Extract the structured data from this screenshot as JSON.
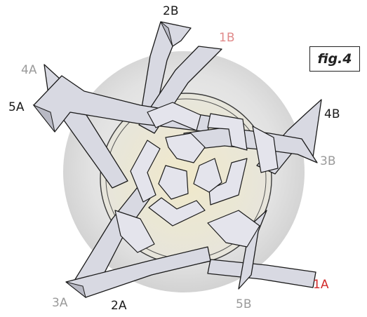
{
  "figure_label": "fig.4",
  "labels": [
    {
      "id": "2B",
      "text": "2B",
      "color": "#1a1a1a"
    },
    {
      "id": "1B",
      "text": "1B",
      "color": "#e08a8a"
    },
    {
      "id": "4A",
      "text": "4A",
      "color": "#9a9a9a"
    },
    {
      "id": "5A",
      "text": "5A",
      "color": "#1a1a1a"
    },
    {
      "id": "4B",
      "text": "4B",
      "color": "#1a1a1a"
    },
    {
      "id": "3B",
      "text": "3B",
      "color": "#9a9a9a"
    },
    {
      "id": "1A",
      "text": "1A",
      "color": "#d22b2b"
    },
    {
      "id": "5B",
      "text": "5B",
      "color": "#9a9a9a"
    },
    {
      "id": "2A",
      "text": "2A",
      "color": "#1a1a1a"
    },
    {
      "id": "3A",
      "text": "3A",
      "color": "#9a9a9a"
    }
  ],
  "colors": {
    "plate": "#e6e6e6",
    "strip_fill": "#dcdde6",
    "strip_stroke": "#1a1a1a",
    "ring_stroke": "#333333"
  }
}
